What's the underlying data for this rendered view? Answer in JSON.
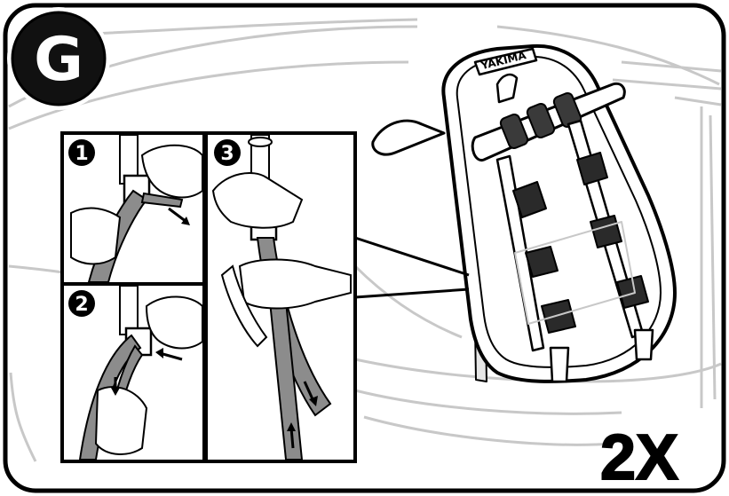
{
  "step_badge": {
    "letter": "G"
  },
  "quantity": {
    "text": "2X"
  },
  "brand": {
    "text": "YAKIMA"
  },
  "insets": [
    {
      "number": "1"
    },
    {
      "number": "2"
    },
    {
      "number": "3"
    }
  ],
  "colors": {
    "ink": "#000000",
    "strap": "#8c8c8c",
    "car_lines": "#c8c8c8",
    "badge_fill": "#111111",
    "badge_text": "#ffffff"
  }
}
